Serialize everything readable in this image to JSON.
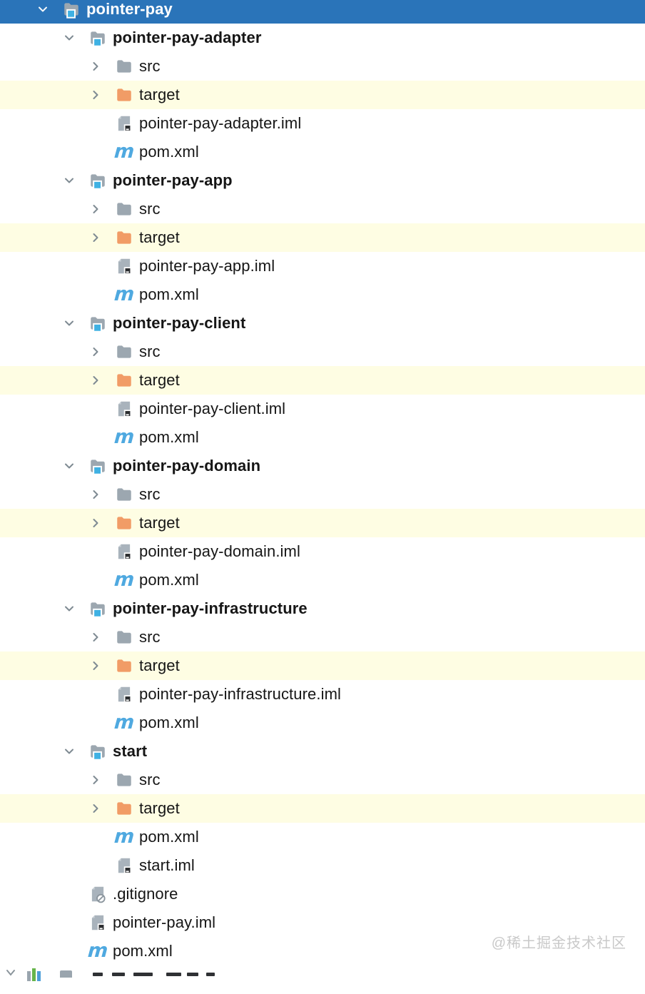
{
  "tree": {
    "rows": [
      {
        "label": "pointer-pay",
        "icon": "module-folder-icon",
        "level": 0,
        "chevron": "down",
        "bold": true,
        "state": "selected"
      },
      {
        "label": "pointer-pay-adapter",
        "icon": "module-folder-icon",
        "level": 1,
        "chevron": "down",
        "bold": true,
        "state": "normal"
      },
      {
        "label": "src",
        "icon": "folder-icon",
        "level": 2,
        "chevron": "right",
        "bold": false,
        "state": "normal"
      },
      {
        "label": "target",
        "icon": "excluded-folder-icon",
        "level": 2,
        "chevron": "right",
        "bold": false,
        "state": "excluded"
      },
      {
        "label": "pointer-pay-adapter.iml",
        "icon": "iml-file-icon",
        "level": 2,
        "chevron": null,
        "bold": false,
        "state": "normal"
      },
      {
        "label": "pom.xml",
        "icon": "maven-icon",
        "level": 2,
        "chevron": null,
        "bold": false,
        "state": "normal"
      },
      {
        "label": "pointer-pay-app",
        "icon": "module-folder-icon",
        "level": 1,
        "chevron": "down",
        "bold": true,
        "state": "normal"
      },
      {
        "label": "src",
        "icon": "folder-icon",
        "level": 2,
        "chevron": "right",
        "bold": false,
        "state": "normal"
      },
      {
        "label": "target",
        "icon": "excluded-folder-icon",
        "level": 2,
        "chevron": "right",
        "bold": false,
        "state": "excluded"
      },
      {
        "label": "pointer-pay-app.iml",
        "icon": "iml-file-icon",
        "level": 2,
        "chevron": null,
        "bold": false,
        "state": "normal"
      },
      {
        "label": "pom.xml",
        "icon": "maven-icon",
        "level": 2,
        "chevron": null,
        "bold": false,
        "state": "normal"
      },
      {
        "label": "pointer-pay-client",
        "icon": "module-folder-icon",
        "level": 1,
        "chevron": "down",
        "bold": true,
        "state": "normal"
      },
      {
        "label": "src",
        "icon": "folder-icon",
        "level": 2,
        "chevron": "right",
        "bold": false,
        "state": "normal"
      },
      {
        "label": "target",
        "icon": "excluded-folder-icon",
        "level": 2,
        "chevron": "right",
        "bold": false,
        "state": "excluded"
      },
      {
        "label": "pointer-pay-client.iml",
        "icon": "iml-file-icon",
        "level": 2,
        "chevron": null,
        "bold": false,
        "state": "normal"
      },
      {
        "label": "pom.xml",
        "icon": "maven-icon",
        "level": 2,
        "chevron": null,
        "bold": false,
        "state": "normal"
      },
      {
        "label": "pointer-pay-domain",
        "icon": "module-folder-icon",
        "level": 1,
        "chevron": "down",
        "bold": true,
        "state": "normal"
      },
      {
        "label": "src",
        "icon": "folder-icon",
        "level": 2,
        "chevron": "right",
        "bold": false,
        "state": "normal"
      },
      {
        "label": "target",
        "icon": "excluded-folder-icon",
        "level": 2,
        "chevron": "right",
        "bold": false,
        "state": "excluded"
      },
      {
        "label": "pointer-pay-domain.iml",
        "icon": "iml-file-icon",
        "level": 2,
        "chevron": null,
        "bold": false,
        "state": "normal"
      },
      {
        "label": "pom.xml",
        "icon": "maven-icon",
        "level": 2,
        "chevron": null,
        "bold": false,
        "state": "normal"
      },
      {
        "label": "pointer-pay-infrastructure",
        "icon": "module-folder-icon",
        "level": 1,
        "chevron": "down",
        "bold": true,
        "state": "normal"
      },
      {
        "label": "src",
        "icon": "folder-icon",
        "level": 2,
        "chevron": "right",
        "bold": false,
        "state": "normal"
      },
      {
        "label": "target",
        "icon": "excluded-folder-icon",
        "level": 2,
        "chevron": "right",
        "bold": false,
        "state": "excluded"
      },
      {
        "label": "pointer-pay-infrastructure.iml",
        "icon": "iml-file-icon",
        "level": 2,
        "chevron": null,
        "bold": false,
        "state": "normal"
      },
      {
        "label": "pom.xml",
        "icon": "maven-icon",
        "level": 2,
        "chevron": null,
        "bold": false,
        "state": "normal"
      },
      {
        "label": "start",
        "icon": "module-folder-icon",
        "level": 1,
        "chevron": "down",
        "bold": true,
        "state": "normal"
      },
      {
        "label": "src",
        "icon": "folder-icon",
        "level": 2,
        "chevron": "right",
        "bold": false,
        "state": "normal"
      },
      {
        "label": "target",
        "icon": "excluded-folder-icon",
        "level": 2,
        "chevron": "right",
        "bold": false,
        "state": "excluded"
      },
      {
        "label": "pom.xml",
        "icon": "maven-icon",
        "level": 2,
        "chevron": null,
        "bold": false,
        "state": "normal"
      },
      {
        "label": "start.iml",
        "icon": "iml-file-icon",
        "level": 2,
        "chevron": null,
        "bold": false,
        "state": "normal"
      },
      {
        "label": ".gitignore",
        "icon": "ignored-file-icon",
        "level": 1,
        "chevron": null,
        "bold": false,
        "state": "normal"
      },
      {
        "label": "pointer-pay.iml",
        "icon": "iml-file-icon",
        "level": 1,
        "chevron": null,
        "bold": false,
        "state": "normal"
      },
      {
        "label": "pom.xml",
        "icon": "maven-icon",
        "level": 1,
        "chevron": null,
        "bold": false,
        "state": "normal"
      }
    ]
  },
  "colors": {
    "selection_blue": "#2A74B9",
    "excluded_row_yellow": "#FEFDE3",
    "folder_gray": "#9CA7B0",
    "excluded_folder_orange": "#F19C66",
    "module_badge_cyan": "#3FB1E3",
    "maven_blue": "#4FA9E0",
    "text_black": "#161616",
    "chevron_gray": "#7E8A92"
  },
  "bottom_cut_row": {
    "description": "partially visible next row clipped at screen bottom",
    "icons": [
      "chevron-icon",
      "colored-bars-icon",
      "folder-icon"
    ],
    "text_readable": false
  },
  "watermark": {
    "text": "@稀土掘金技术社区",
    "color": "#C9C9C9"
  }
}
